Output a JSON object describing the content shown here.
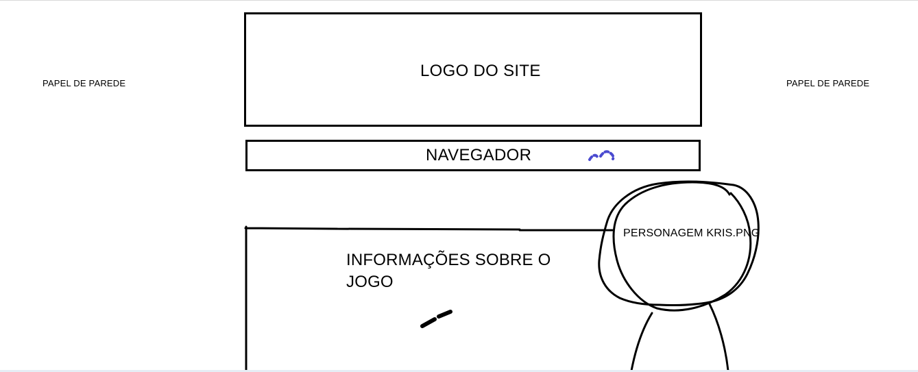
{
  "labels": {
    "wallpaper_left": "PAPEL DE PAREDE",
    "wallpaper_right": "PAPEL DE PAREDE",
    "logo": "LOGO DO SITE",
    "navigator": "NAVEGADOR",
    "game_info": "INFORMAÇÕES SOBRE O JOGO",
    "character": "PERSONAGEM KRIS.PNG"
  },
  "colors": {
    "ink": "#000000",
    "blue_mark": "#4a4ad0",
    "background": "#ffffff"
  }
}
